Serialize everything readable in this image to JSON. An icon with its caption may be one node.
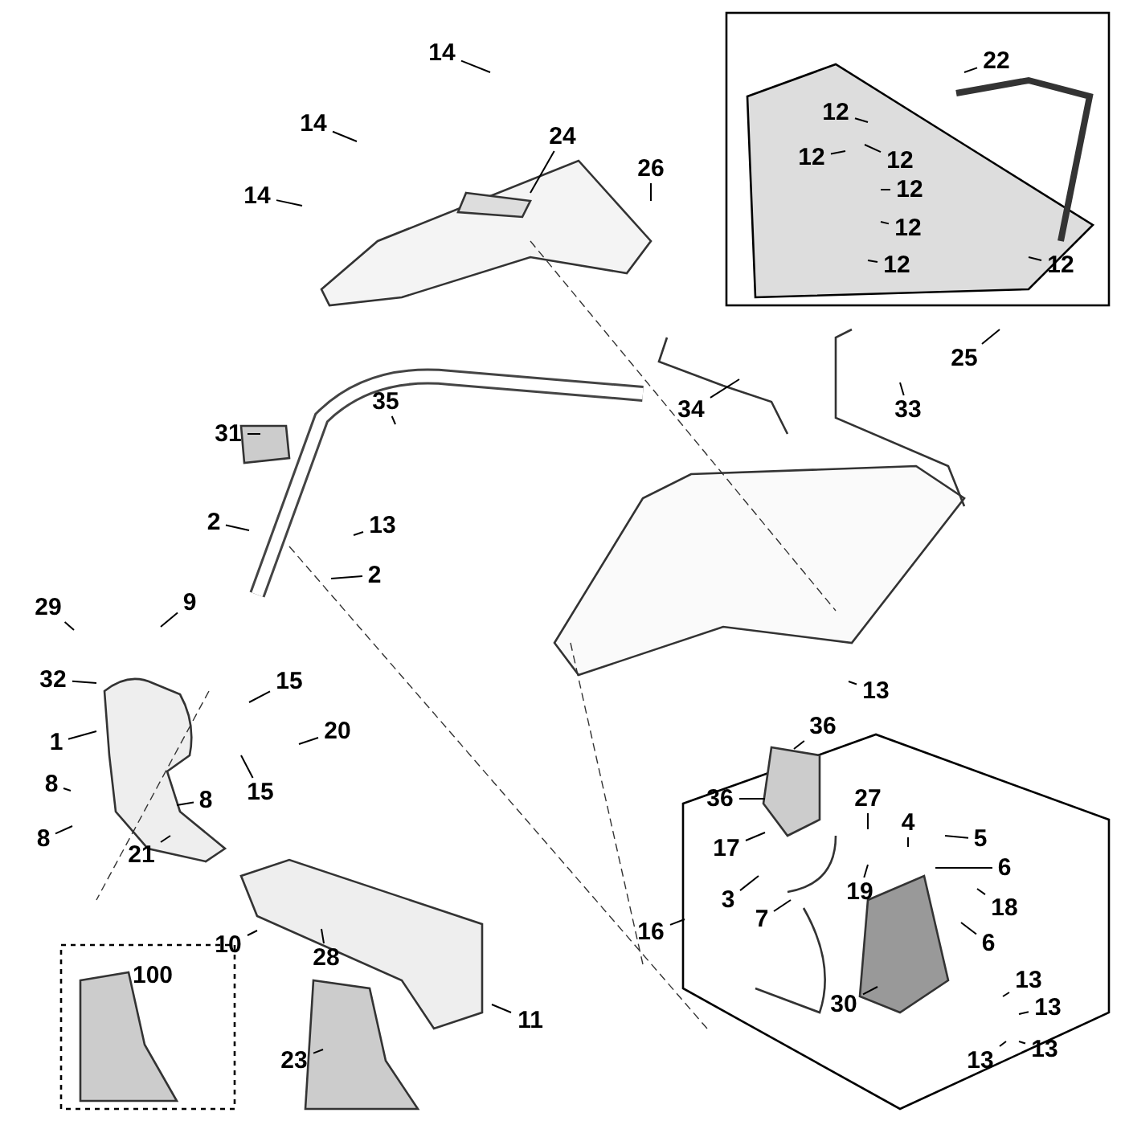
{
  "diagram": {
    "nodes": [
      {
        "text": [
          "14"
        ]
      },
      {
        "text": [
          "14"
        ]
      },
      {
        "text": [
          "24"
        ]
      },
      {
        "text": [
          "26"
        ]
      },
      {
        "text": [
          "14"
        ]
      },
      {
        "text": [
          "22"
        ]
      },
      {
        "text": [
          "12"
        ]
      },
      {
        "text": [
          "12"
        ]
      },
      {
        "text": [
          "12"
        ]
      },
      {
        "text": [
          "12"
        ]
      },
      {
        "text": [
          "12"
        ]
      },
      {
        "text": [
          "12"
        ]
      },
      {
        "text": [
          "12"
        ]
      },
      {
        "text": [
          "25"
        ]
      },
      {
        "text": [
          "34"
        ]
      },
      {
        "text": [
          "33"
        ]
      },
      {
        "text": [
          "35"
        ]
      },
      {
        "text": [
          "31"
        ]
      },
      {
        "text": [
          "2"
        ]
      },
      {
        "text": [
          "13"
        ]
      },
      {
        "text": [
          "2"
        ]
      },
      {
        "text": [
          "29"
        ]
      },
      {
        "text": [
          "9"
        ]
      },
      {
        "text": [
          "13"
        ]
      },
      {
        "text": [
          "32"
        ]
      },
      {
        "text": [
          "15"
        ]
      },
      {
        "text": [
          "1"
        ]
      },
      {
        "text": [
          "20"
        ]
      },
      {
        "text": [
          "15"
        ]
      },
      {
        "text": [
          "36"
        ]
      },
      {
        "text": [
          "36"
        ]
      },
      {
        "text": [
          "27"
        ]
      },
      {
        "text": [
          "4"
        ]
      },
      {
        "text": [
          "5"
        ]
      },
      {
        "text": [
          "17"
        ]
      },
      {
        "text": [
          "19"
        ]
      },
      {
        "text": [
          "3"
        ]
      },
      {
        "text": [
          "7"
        ]
      },
      {
        "text": [
          "6"
        ]
      },
      {
        "text": [
          "18"
        ]
      },
      {
        "text": [
          "6"
        ]
      },
      {
        "text": [
          "16"
        ]
      },
      {
        "text": [
          "30"
        ]
      },
      {
        "text": [
          "13"
        ]
      },
      {
        "text": [
          "13"
        ]
      },
      {
        "text": [
          "13"
        ]
      },
      {
        "text": [
          "13"
        ]
      },
      {
        "text": [
          "8"
        ]
      },
      {
        "text": [
          "8"
        ]
      },
      {
        "text": [
          "8"
        ]
      },
      {
        "text": [
          "21"
        ]
      },
      {
        "text": [
          "10"
        ]
      },
      {
        "text": [
          "28"
        ]
      },
      {
        "text": [
          "100"
        ]
      },
      {
        "text": [
          "11"
        ]
      },
      {
        "text": [
          "23"
        ]
      }
    ],
    "edges": [
      {
        "from": 0,
        "to": null,
        "arrow": "none"
      },
      {
        "from": 1,
        "to": null,
        "arrow": "none"
      },
      {
        "from": 2,
        "to": null,
        "arrow": "none"
      },
      {
        "from": 3,
        "to": null,
        "arrow": "none"
      },
      {
        "from": 4,
        "to": null,
        "arrow": "none"
      },
      {
        "from": 5,
        "to": null,
        "arrow": "none"
      },
      {
        "from": 6,
        "to": null,
        "arrow": "none"
      },
      {
        "from": 7,
        "to": null,
        "arrow": "none"
      },
      {
        "from": 8,
        "to": null,
        "arrow": "none"
      },
      {
        "from": 9,
        "to": null,
        "arrow": "none"
      },
      {
        "from": 10,
        "to": null,
        "arrow": "none"
      },
      {
        "from": 11,
        "to": null,
        "arrow": "none"
      },
      {
        "from": 12,
        "to": null,
        "arrow": "none"
      },
      {
        "from": 13,
        "to": null,
        "arrow": "none"
      },
      {
        "from": 14,
        "to": null,
        "arrow": "none"
      },
      {
        "from": 15,
        "to": null,
        "arrow": "none"
      },
      {
        "from": 16,
        "to": null,
        "arrow": "none"
      },
      {
        "from": 17,
        "to": null,
        "arrow": "none"
      },
      {
        "from": 18,
        "to": null,
        "arrow": "none"
      },
      {
        "from": 19,
        "to": null,
        "arrow": "none"
      },
      {
        "from": 20,
        "to": null,
        "arrow": "none"
      },
      {
        "from": 21,
        "to": null,
        "arrow": "none"
      },
      {
        "from": 22,
        "to": null,
        "arrow": "none"
      },
      {
        "from": 23,
        "to": null,
        "arrow": "none"
      },
      {
        "from": 24,
        "to": null,
        "arrow": "none"
      },
      {
        "from": 25,
        "to": null,
        "arrow": "none"
      },
      {
        "from": 26,
        "to": null,
        "arrow": "none"
      },
      {
        "from": 27,
        "to": null,
        "arrow": "none"
      },
      {
        "from": 28,
        "to": null,
        "arrow": "none"
      },
      {
        "from": 29,
        "to": null,
        "arrow": "none"
      },
      {
        "from": 30,
        "to": null,
        "arrow": "none"
      },
      {
        "from": 31,
        "to": null,
        "arrow": "none"
      },
      {
        "from": 32,
        "to": null,
        "arrow": "none"
      },
      {
        "from": 33,
        "to": null,
        "arrow": "none"
      },
      {
        "from": 34,
        "to": null,
        "arrow": "none"
      },
      {
        "from": 35,
        "to": null,
        "arrow": "none"
      },
      {
        "from": 36,
        "to": null,
        "arrow": "none"
      },
      {
        "from": 37,
        "to": null,
        "arrow": "none"
      },
      {
        "from": 38,
        "to": null,
        "arrow": "none"
      },
      {
        "from": 39,
        "to": null,
        "arrow": "none"
      },
      {
        "from": 40,
        "to": null,
        "arrow": "none"
      },
      {
        "from": 41,
        "to": null,
        "arrow": "none"
      },
      {
        "from": 42,
        "to": null,
        "arrow": "none"
      },
      {
        "from": 43,
        "to": null,
        "arrow": "none"
      },
      {
        "from": 44,
        "to": null,
        "arrow": "none"
      },
      {
        "from": 45,
        "to": null,
        "arrow": "none"
      },
      {
        "from": 46,
        "to": null,
        "arrow": "none"
      },
      {
        "from": 47,
        "to": null,
        "arrow": "none"
      },
      {
        "from": 48,
        "to": null,
        "arrow": "none"
      },
      {
        "from": 49,
        "to": null,
        "arrow": "none"
      },
      {
        "from": 50,
        "to": null,
        "arrow": "none"
      },
      {
        "from": 51,
        "to": null,
        "arrow": "none"
      },
      {
        "from": 52,
        "to": null,
        "arrow": "none"
      },
      {
        "from": 54,
        "to": null,
        "arrow": "none"
      },
      {
        "from": 55,
        "to": null,
        "arrow": "none"
      }
    ]
  }
}
